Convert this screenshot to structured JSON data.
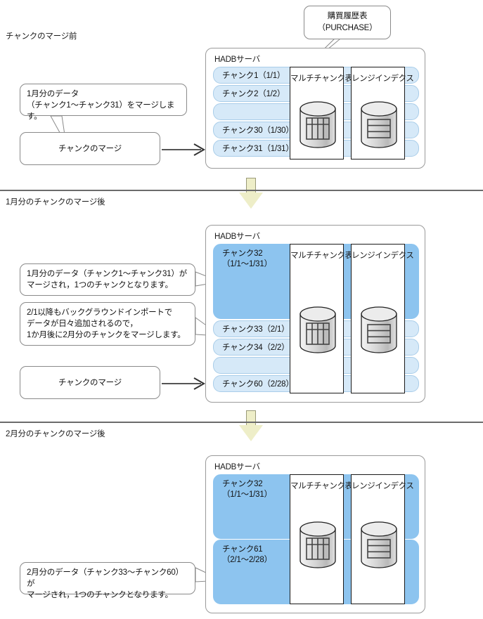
{
  "page": {
    "title": "チャンクのマージ",
    "colors": {
      "pill_fill": "#d6e9f8",
      "pill_border": "#a9cde9",
      "merged_fill": "#8dc4ef",
      "arrow_fill": "#eeeec8",
      "arrow_border": "#9a9a78",
      "panel_border": "#1a1a1a",
      "line": "#6b6b6b"
    }
  },
  "top_callout": {
    "line1": "購買履歴表",
    "line2": "（PURCHASE）"
  },
  "sections": [
    {
      "id": "before-merge",
      "header": "チャンクのマージ前",
      "server_title": "HADBサーバ",
      "notes": [
        {
          "id": "note-jan",
          "text": "1月分のデータ\n（チャンク1～チャンク31）をマージします。"
        }
      ],
      "action_box": {
        "id": "action-merge-1",
        "label": "チャンクのマージ"
      },
      "chunks": [
        {
          "label": "チャンク1（1/1）",
          "merged": false
        },
        {
          "label": "チャンク2（1/2）",
          "merged": false
        },
        {
          "label": ":",
          "merged": false,
          "dots": true
        },
        {
          "label": "チャンク30（1/30）",
          "merged": false
        },
        {
          "label": "チャンク31（1/31）",
          "merged": false
        }
      ],
      "panels": [
        {
          "id": "multi-chunk-table",
          "label": "マルチチャンク表",
          "icon": "table-cylinder-icon"
        },
        {
          "id": "range-index",
          "label": "レンジインデクス",
          "icon": "index-cylinder-icon"
        }
      ]
    },
    {
      "id": "after-jan-merge",
      "header": "1月分のチャンクのマージ後",
      "server_title": "HADBサーバ",
      "notes": [
        {
          "id": "note-jan-merged",
          "text": "1月分のデータ（チャンク1～チャンク31）が\nマージされ，1つのチャンクとなります。"
        },
        {
          "id": "note-feb-plan",
          "text": "2/1以降もバックグラウンドインポートで\nデータが日々追加されるので，\n1か月後に2月分のチャンクをマージします。"
        }
      ],
      "action_box": {
        "id": "action-merge-2",
        "label": "チャンクのマージ"
      },
      "chunks": [
        {
          "label": "チャンク32\n（1/1～1/31）",
          "merged": true
        },
        {
          "label": "チャンク33（2/1）",
          "merged": false
        },
        {
          "label": "チャンク34（2/2）",
          "merged": false
        },
        {
          "label": ":",
          "merged": false,
          "dots": true
        },
        {
          "label": "チャンク60（2/28）",
          "merged": false
        }
      ],
      "panels": [
        {
          "id": "multi-chunk-table",
          "label": "マルチチャンク表",
          "icon": "table-cylinder-icon"
        },
        {
          "id": "range-index",
          "label": "レンジインデクス",
          "icon": "index-cylinder-icon"
        }
      ]
    },
    {
      "id": "after-feb-merge",
      "header": "2月分のチャンクのマージ後",
      "server_title": "HADBサーバ",
      "notes": [
        {
          "id": "note-feb-merged",
          "text": "2月分のデータ（チャンク33～チャンク60）が\nマージされ，1つのチャンクとなります。"
        }
      ],
      "chunks": [
        {
          "label": "チャンク32\n（1/1～1/31）",
          "merged": true
        },
        {
          "label": "チャンク61\n（2/1～2/28）",
          "merged": true
        }
      ],
      "panels": [
        {
          "id": "multi-chunk-table",
          "label": "マルチチャンク表",
          "icon": "table-cylinder-icon"
        },
        {
          "id": "range-index",
          "label": "レンジインデクス",
          "icon": "index-cylinder-icon"
        }
      ]
    }
  ]
}
